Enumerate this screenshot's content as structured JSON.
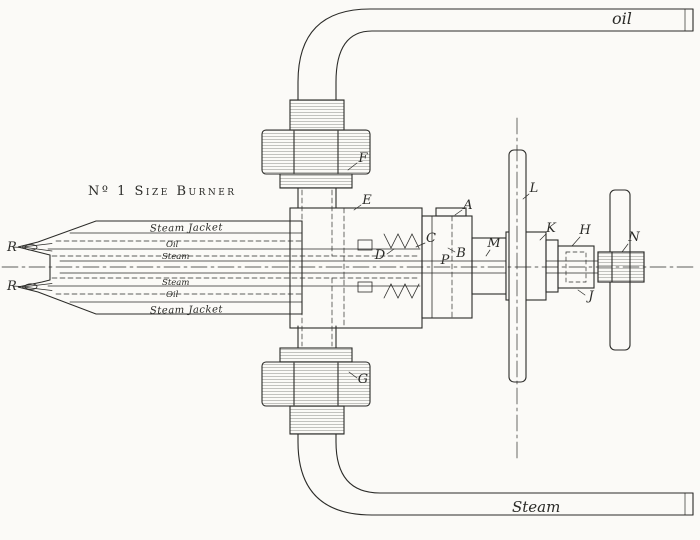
{
  "figure": {
    "title": "Nº 1 Size Burner",
    "pipes": {
      "oil": "oil",
      "steam": "Steam"
    },
    "channels": {
      "steam_jacket_top": "Steam Jacket",
      "oil_top": "Oil",
      "steam_top": "Steam",
      "steam_bottom": "Steam",
      "oil_bottom": "Oil",
      "steam_jacket_bottom": "Steam Jacket"
    },
    "parts": {
      "A": "A",
      "B": "B",
      "C": "C",
      "D": "D",
      "E": "E",
      "F": "F",
      "G": "G",
      "H": "H",
      "J": "J",
      "K": "K",
      "L": "L",
      "M": "M",
      "N": "N",
      "P": "P",
      "R_top": "R",
      "R_bottom": "R"
    },
    "colors": {
      "ink": "#2b2b28",
      "paper": "#fbfaf7"
    }
  }
}
